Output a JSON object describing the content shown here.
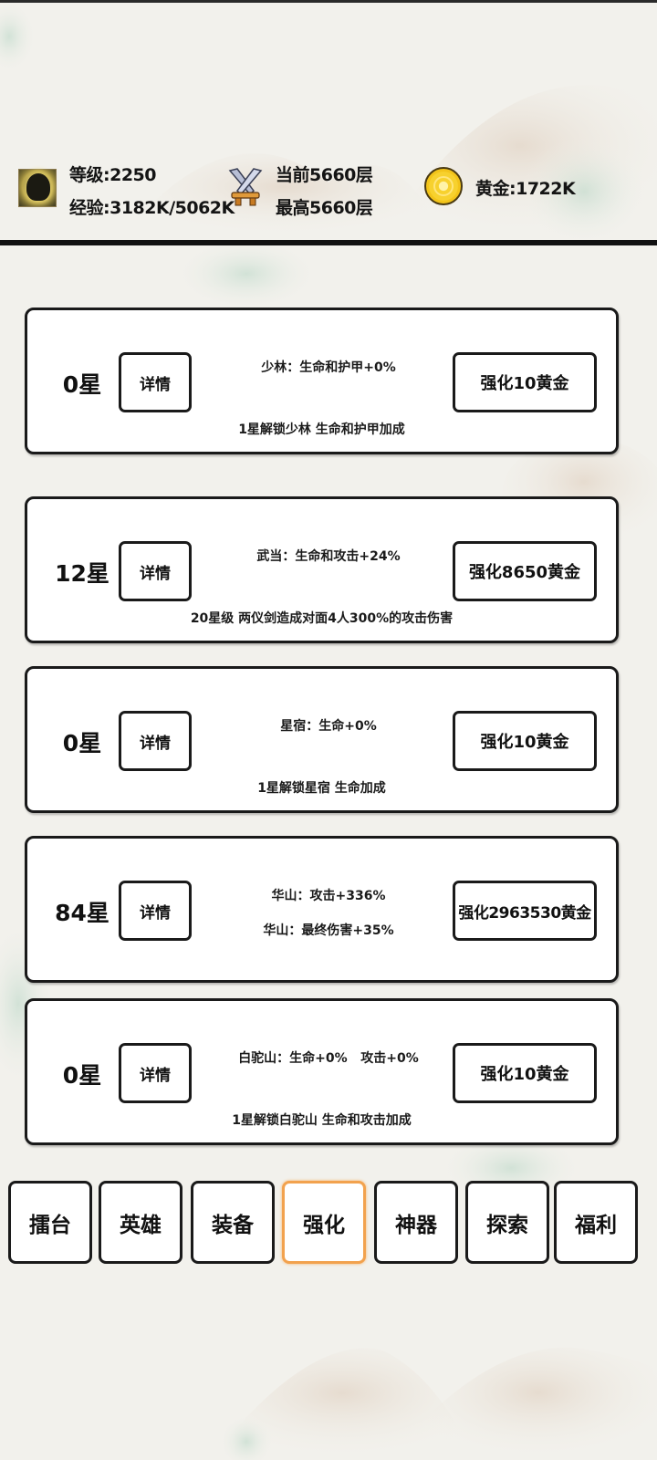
{
  "header": {
    "level": "等级:2250",
    "exp": "经验:3182K/5062K",
    "current_floor": "当前5660层",
    "max_floor": "最高5660层",
    "gold": "黄金:1722K",
    "icons": {
      "avatar": "hero-portrait-icon",
      "floor": "crossed-swords-icon",
      "gold": "gold-coin-icon"
    }
  },
  "cards": [
    {
      "stars": "0星",
      "detail_label": "详情",
      "effects": [
        "少林：生命和护甲+0%"
      ],
      "upgrade_label": "强化10黄金",
      "note": "1星解锁少林 生命和护甲加成"
    },
    {
      "stars": "12星",
      "detail_label": "详情",
      "effects": [
        "武当：生命和攻击+24%"
      ],
      "upgrade_label": "强化8650黄金",
      "note": "20星级 两仪剑造成对面4人300%的攻击伤害"
    },
    {
      "stars": "0星",
      "detail_label": "详情",
      "effects": [
        "星宿：生命+0%"
      ],
      "upgrade_label": "强化10黄金",
      "note": "1星解锁星宿 生命加成"
    },
    {
      "stars": "84星",
      "detail_label": "详情",
      "effects": [
        "华山：攻击+336%",
        "华山：最终伤害+35%"
      ],
      "upgrade_label": "强化2963530黄金",
      "note": ""
    },
    {
      "stars": "0星",
      "detail_label": "详情",
      "effects": [
        "白驼山：生命+0%   攻击+0%"
      ],
      "upgrade_label": "强化10黄金",
      "note": "1星解锁白驼山 生命和攻击加成"
    }
  ],
  "nav": {
    "active_index": 3,
    "active_color": "#f2a24e",
    "tabs": [
      {
        "label": "擂台"
      },
      {
        "label": "英雄"
      },
      {
        "label": "装备"
      },
      {
        "label": "强化"
      },
      {
        "label": "神器"
      },
      {
        "label": "探索"
      },
      {
        "label": "福利"
      }
    ]
  }
}
